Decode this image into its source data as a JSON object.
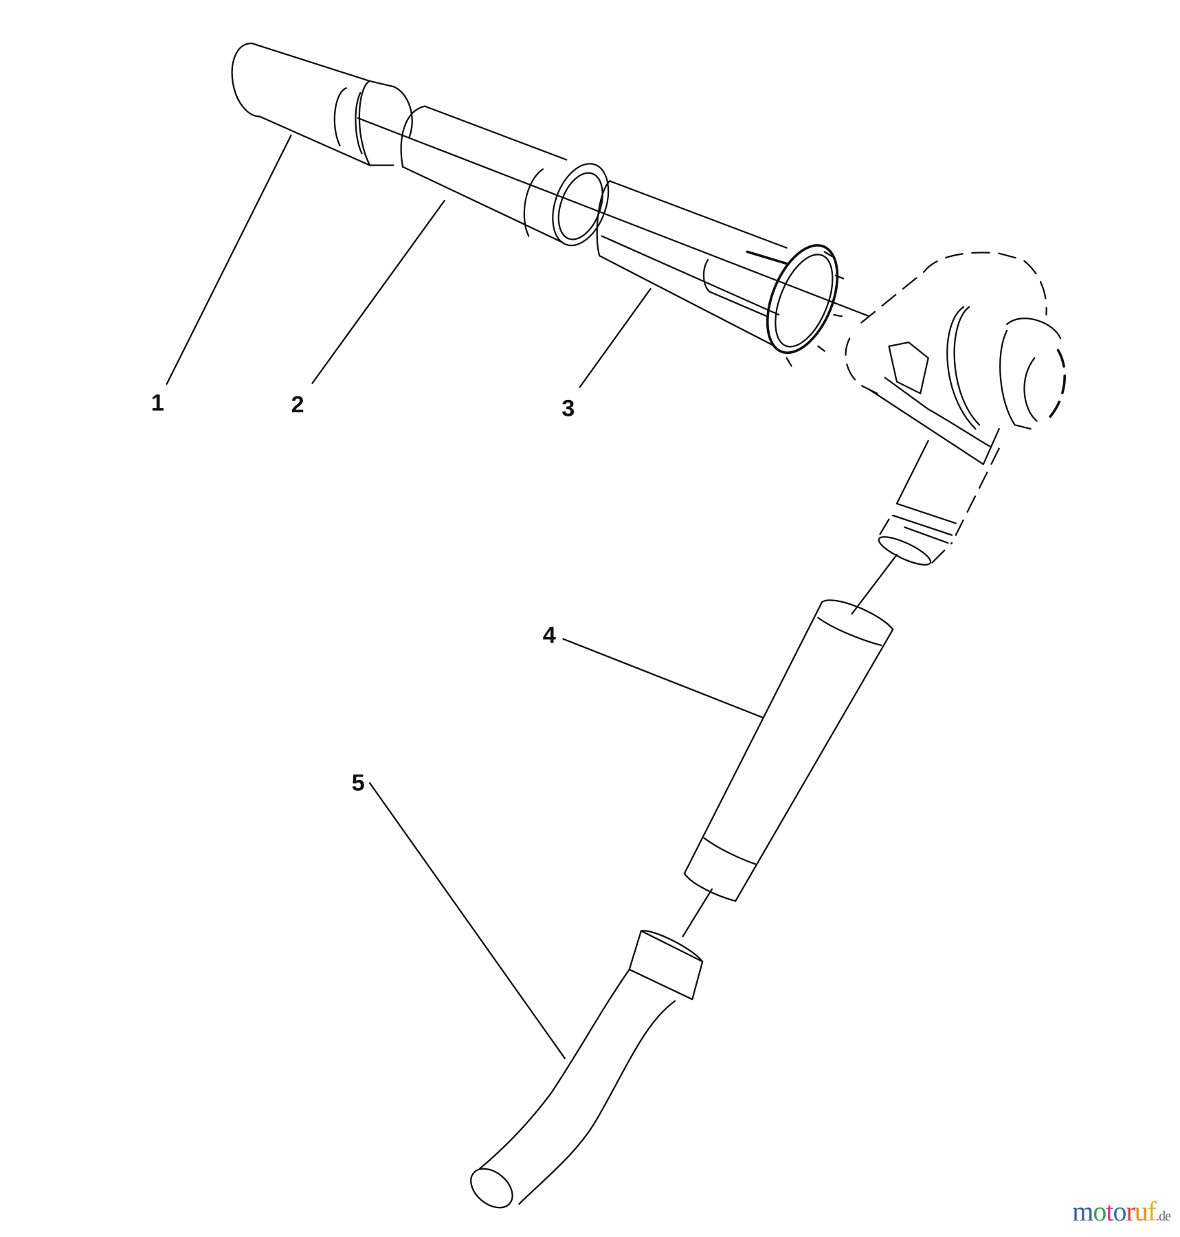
{
  "diagram": {
    "callouts": [
      {
        "id": "1",
        "part": "tube-1"
      },
      {
        "id": "2",
        "part": "tube-2"
      },
      {
        "id": "3",
        "part": "filter-sleeve"
      },
      {
        "id": "4",
        "part": "tube-4"
      },
      {
        "id": "5",
        "part": "bent-hose"
      }
    ]
  },
  "watermark": {
    "text": "motoruf",
    "tld": ".de",
    "letters": [
      {
        "ch": "m",
        "color": "#3b5ba5"
      },
      {
        "ch": "o",
        "color": "#3aa14a"
      },
      {
        "ch": "t",
        "color": "#d8338a"
      },
      {
        "ch": "o",
        "color": "#2f6fb7"
      },
      {
        "ch": "r",
        "color": "#e0392b"
      },
      {
        "ch": "u",
        "color": "#f08a1c"
      },
      {
        "ch": "f",
        "color": "#e5b416"
      }
    ]
  }
}
